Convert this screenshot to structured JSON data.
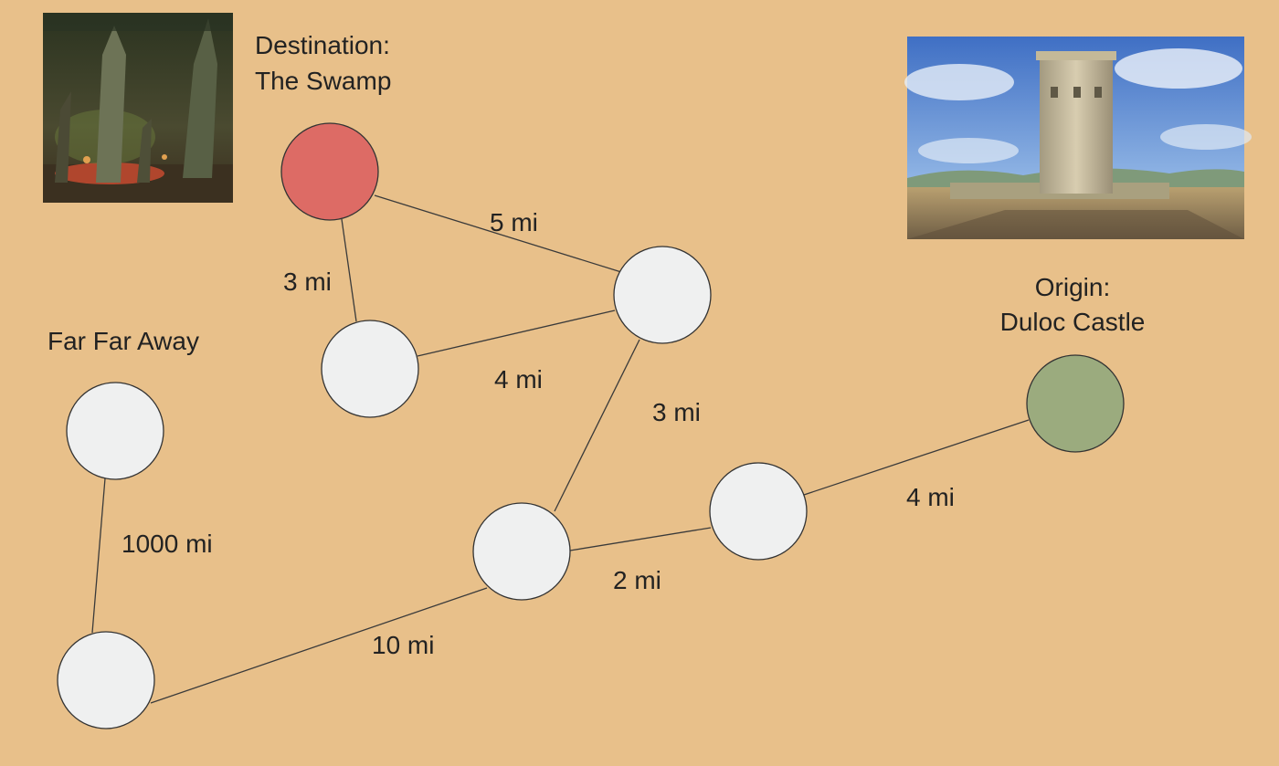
{
  "colors": {
    "background": "#e8c08a",
    "destination_node": "#dd6b65",
    "origin_node": "#9bab7e",
    "plain_node": "#eff0f0",
    "edge": "#3a3a3a",
    "text": "#222222"
  },
  "labels": {
    "destination_line1": "Destination:",
    "destination_line2": "The Swamp",
    "origin_line1": "Origin:",
    "origin_line2": "Duloc Castle",
    "far_far_away": "Far Far Away"
  },
  "edges": {
    "swamp_to_hub": "5 mi",
    "swamp_to_left": "3 mi",
    "left_to_hub": "4 mi",
    "hub_to_middle": "3 mi",
    "origin_to_right": "4 mi",
    "middle_to_right": "2 mi",
    "middle_to_bottom_left": "10 mi",
    "far_far_away_to_bottom_left": "1000 mi"
  },
  "images": {
    "swamp_image": "swamp-forest-picture",
    "castle_image": "duloc-castle-picture"
  }
}
